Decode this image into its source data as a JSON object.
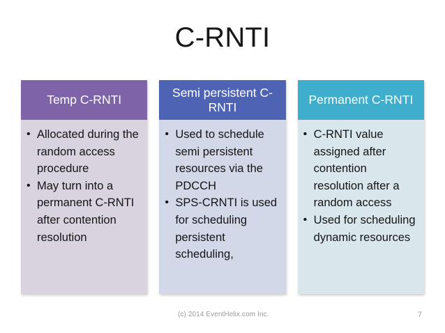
{
  "slide": {
    "title": "C-RNTI",
    "columns": [
      {
        "header": "Temp C-RNTI",
        "header_color": "#7F63A8",
        "body_color": "#D8D3DF",
        "bullets": [
          "Allocated during the random access procedure",
          "May turn into a permanent C-RNTI after contention resolution"
        ]
      },
      {
        "header": "Semi persistent C-RNTI",
        "header_color": "#4F63B4",
        "body_color": "#D3D8E8",
        "bullets": [
          "Used to schedule semi persistent resources via the PDCCH",
          "SPS-CRNTI is used for scheduling persistent scheduling,"
        ]
      },
      {
        "header": "Permanent C-RNTI",
        "header_color": "#3FAECC",
        "body_color": "#D9E7EC",
        "bullets": [
          "C-RNTI value assigned after contention resolution after a random access",
          "Used for scheduling dynamic resources"
        ]
      }
    ]
  },
  "footer": {
    "copyright": "(c) 2014 EventHelix.com Inc.",
    "page_number": "7"
  }
}
